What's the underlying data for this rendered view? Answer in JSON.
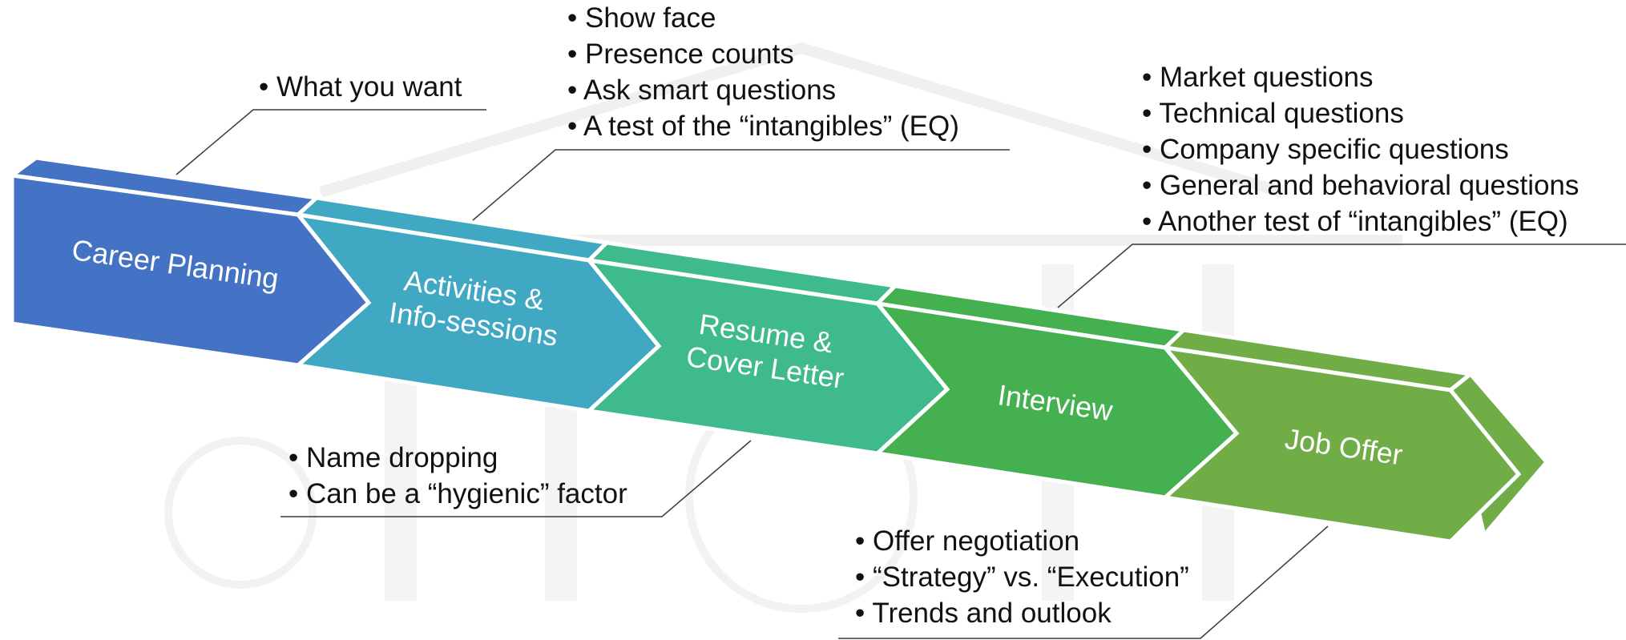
{
  "stages": [
    {
      "label_lines": [
        "Career Planning"
      ],
      "color": "#4472C4"
    },
    {
      "label_lines": [
        "Activities &",
        "Info-sessions"
      ],
      "color": "#41A8C4"
    },
    {
      "label_lines": [
        "Resume &",
        "Cover Letter"
      ],
      "color": "#3FBA8C"
    },
    {
      "label_lines": [
        "Interview"
      ],
      "color": "#44B04F"
    },
    {
      "label_lines": [
        "Job Offer"
      ],
      "color": "#70AD47"
    }
  ],
  "callouts": {
    "career_planning": [
      "What you want"
    ],
    "activities_top": [
      "Show face",
      "Presence counts",
      "Ask smart questions",
      "A test of the “intangibles” (EQ)"
    ],
    "activities_bottom": [
      "Name dropping",
      "Can be a “hygienic” factor"
    ],
    "interview": [
      "Market questions",
      "Technical questions",
      "Company specific questions",
      "General and behavioral questions",
      "Another test of “intangibles” (EQ)"
    ],
    "job_offer": [
      "Offer negotiation",
      "“Strategy” vs. “Execution”",
      "Trends and outlook"
    ]
  }
}
